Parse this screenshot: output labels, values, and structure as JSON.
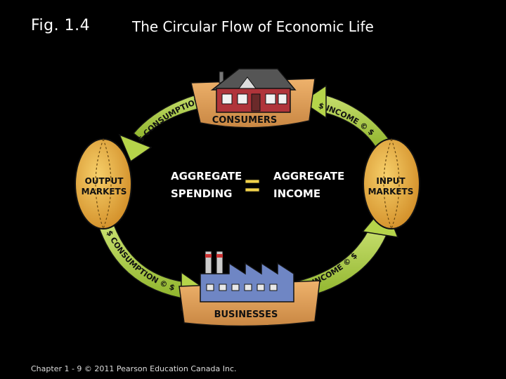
{
  "header": {
    "fig_label": "Fig. 1.4",
    "title": "The Circular Flow of Economic Life"
  },
  "footer": {
    "text": "Chapter 1 - 9 © 2011 Pearson Education Canada Inc."
  },
  "diagram": {
    "consumers": "CONSUMERS",
    "businesses": "BUSINESSES",
    "output_markets_line1": "OUTPUT",
    "output_markets_line2": "MARKETS",
    "input_markets_line1": "INPUT",
    "input_markets_line2": "MARKETS",
    "aggregate_spending_line1": "AGGREGATE",
    "aggregate_spending_line2": "SPENDING",
    "aggregate_income_line1": "AGGREGATE",
    "aggregate_income_line2": "INCOME",
    "equals": "=",
    "arrow_top_left": "$ CONSUMPTION © $",
    "arrow_bottom_left": "$ CONSUMPTION © $",
    "arrow_top_right": "$ INCOME © $",
    "arrow_bottom_right": "$ INCOME © $"
  },
  "colors": {
    "background": "#000000",
    "arrow_green": "#a6c83a",
    "market_orange": "#e9a93a",
    "platform_tan": "#e2a25c",
    "house_red": "#b0343a",
    "factory_blue": "#6f86c4"
  }
}
